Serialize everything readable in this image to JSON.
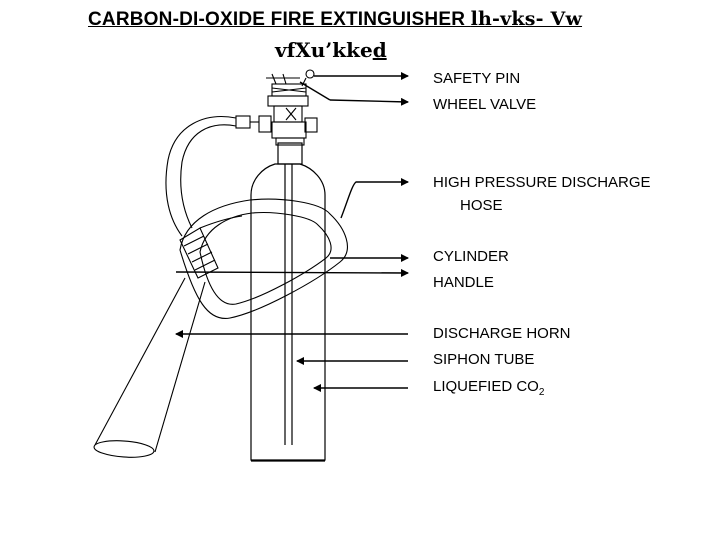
{
  "title": {
    "line1_en": "CARBON-DI-OXIDE FIRE EXTINGUISHER ",
    "line1_hi": "lh-vks- Vw",
    "line2_main": "vfXu’kke",
    "line2_end": "d"
  },
  "labels": {
    "safety_pin": "SAFETY PIN",
    "wheel_valve": "WHEEL VALVE",
    "hose_line1": "HIGH PRESSURE DISCHARGE",
    "hose_line2": "HOSE",
    "cylinder": "CYLINDER",
    "handle": "HANDLE",
    "discharge_horn": "DISCHARGE HORN",
    "siphon_tube": "SIPHON TUBE",
    "liquefied_co2": "LIQUEFIED CO",
    "co2_subscript": "2"
  }
}
